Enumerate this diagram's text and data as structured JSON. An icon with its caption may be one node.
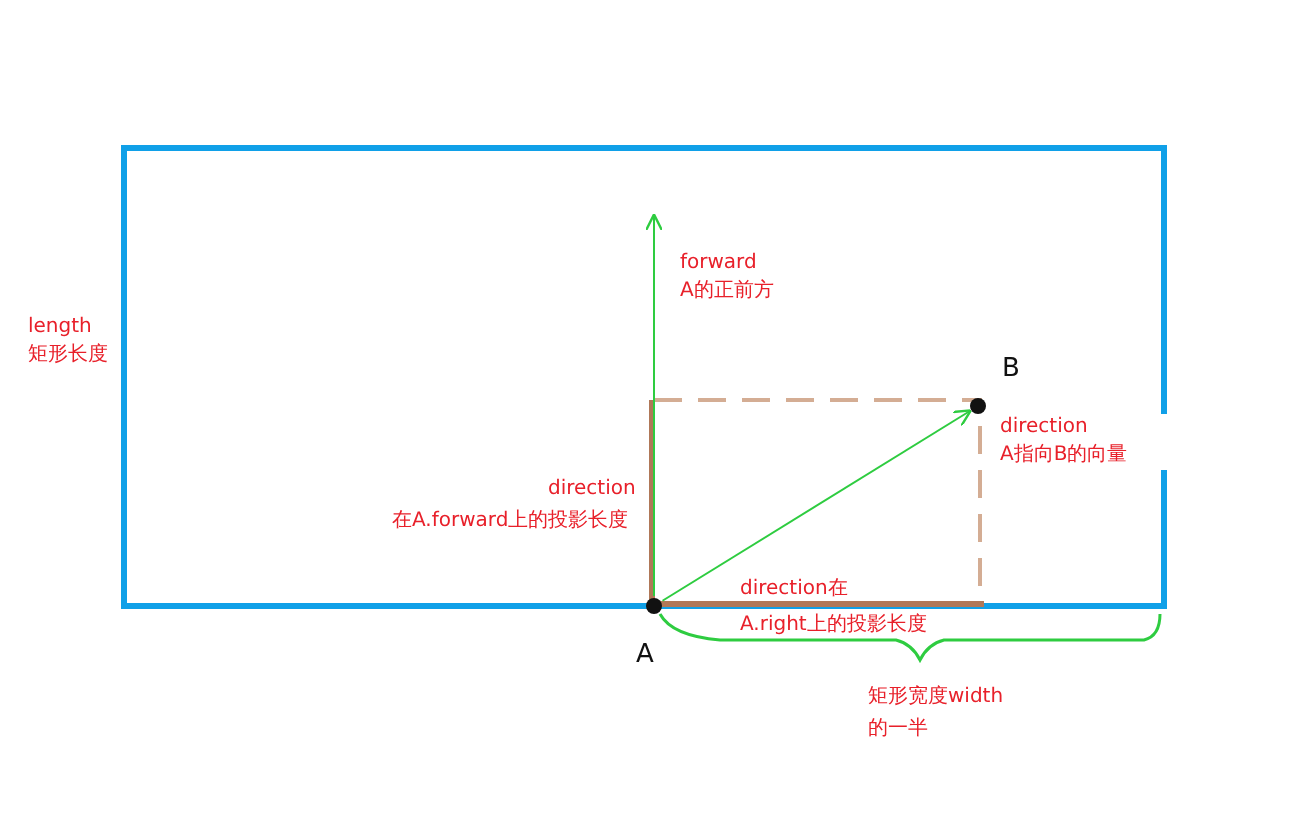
{
  "diagram": {
    "nodes": [
      {
        "text": [
          "A"
        ]
      },
      {
        "text": [
          "B"
        ]
      }
    ],
    "edges": [
      {
        "from": 0,
        "to": 1,
        "arrow": "to"
      },
      {
        "from": 0,
        "to": null,
        "arrow": "to"
      }
    ],
    "labels": [
      "forward",
      "A的正前方",
      "length",
      "矩形长度",
      "direction",
      "A指向B的向量",
      "direction",
      "在A.forward上的投影长度",
      "direction在",
      "A.right上的投影长度",
      "矩形宽度width",
      "的一半"
    ]
  }
}
